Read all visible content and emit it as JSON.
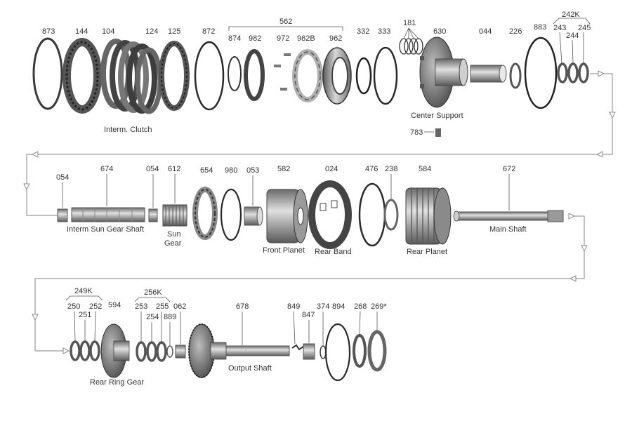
{
  "palette": {
    "metal_dark": "#3a3a3a",
    "metal_mid": "#8a8a8a",
    "metal_light": "#d4d4d4",
    "text": "#333333",
    "flow_line": "#9a9a9a"
  },
  "row1": {
    "n873": "873",
    "n144": "144",
    "n104": "104",
    "n124": "124",
    "n125": "125",
    "n872": "872",
    "n562": "562",
    "n874": "874",
    "n982": "982",
    "n972": "972",
    "n982b": "982B",
    "n962": "962",
    "n332": "332",
    "n333": "333",
    "n181": "181",
    "n630": "630",
    "n044": "044",
    "n226": "226",
    "n883": "883",
    "n242k": "242K",
    "n243": "243",
    "n244": "244",
    "n245": "245",
    "n783": "783",
    "interm_clutch": "Interm. Clutch",
    "center_support": "Center Support"
  },
  "row2": {
    "n054a": "054",
    "n674": "674",
    "n054b": "054",
    "n612": "612",
    "n654": "654",
    "n980": "980",
    "n053": "053",
    "n582": "582",
    "n024": "024",
    "n476": "476",
    "n238": "238",
    "n584": "584",
    "n672": "672",
    "interm_sun_gear_shaft": "Interm Sun Gear Shaft",
    "sun": "Sun",
    "gear": "Gear",
    "front_planet": "Front Planet",
    "rear_band": "Rear Band",
    "rear_planet": "Rear Planet",
    "main_shaft": "Main Shaft"
  },
  "row3": {
    "n249k": "249K",
    "n250": "250",
    "n251": "251",
    "n252": "252",
    "n594": "594",
    "n256k": "256K",
    "n253": "253",
    "n254": "254",
    "n255": "255",
    "n889": "889",
    "n062": "062",
    "n678": "678",
    "n849": "849",
    "n847": "847",
    "n374": "374",
    "n894": "894",
    "n268": "268",
    "n269": "269*",
    "rear_ring_gear": "Rear Ring Gear",
    "output_shaft": "Output Shaft"
  }
}
